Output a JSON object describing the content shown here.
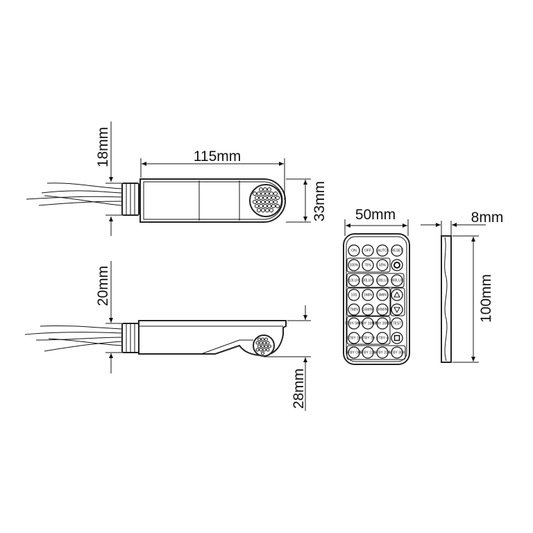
{
  "dimensions": {
    "length": "115mm",
    "height_top": "33mm",
    "thread_top": "18mm",
    "thread_side": "20mm",
    "height_side": "28mm",
    "remote_width": "50mm",
    "remote_thickness": "8mm",
    "remote_height": "100mm"
  },
  "remote_buttons": [
    [
      "ON",
      "OFF",
      "AUTO",
      "RESET"
    ],
    [
      "100%",
      "75%",
      "50%",
      ""
    ],
    [
      "10LUX",
      "30LUX",
      "100LUX",
      "300LUX"
    ],
    [
      "10S",
      "1MIN",
      "3MIN",
      ""
    ],
    [
      "7MIN",
      "15MIN",
      "30MIN",
      ""
    ],
    [
      "STBY 5MIN",
      "STBY 10MIN",
      "STBY 30MIN",
      "TEST"
    ],
    [
      "STBY 1H",
      "STBY 2H",
      "STBY ∞",
      ""
    ],
    [
      "STBY OFF",
      "STBY 10%",
      "STBY 20%",
      "STBY 30%"
    ]
  ],
  "colors": {
    "line": "#111111",
    "background": "#ffffff"
  }
}
